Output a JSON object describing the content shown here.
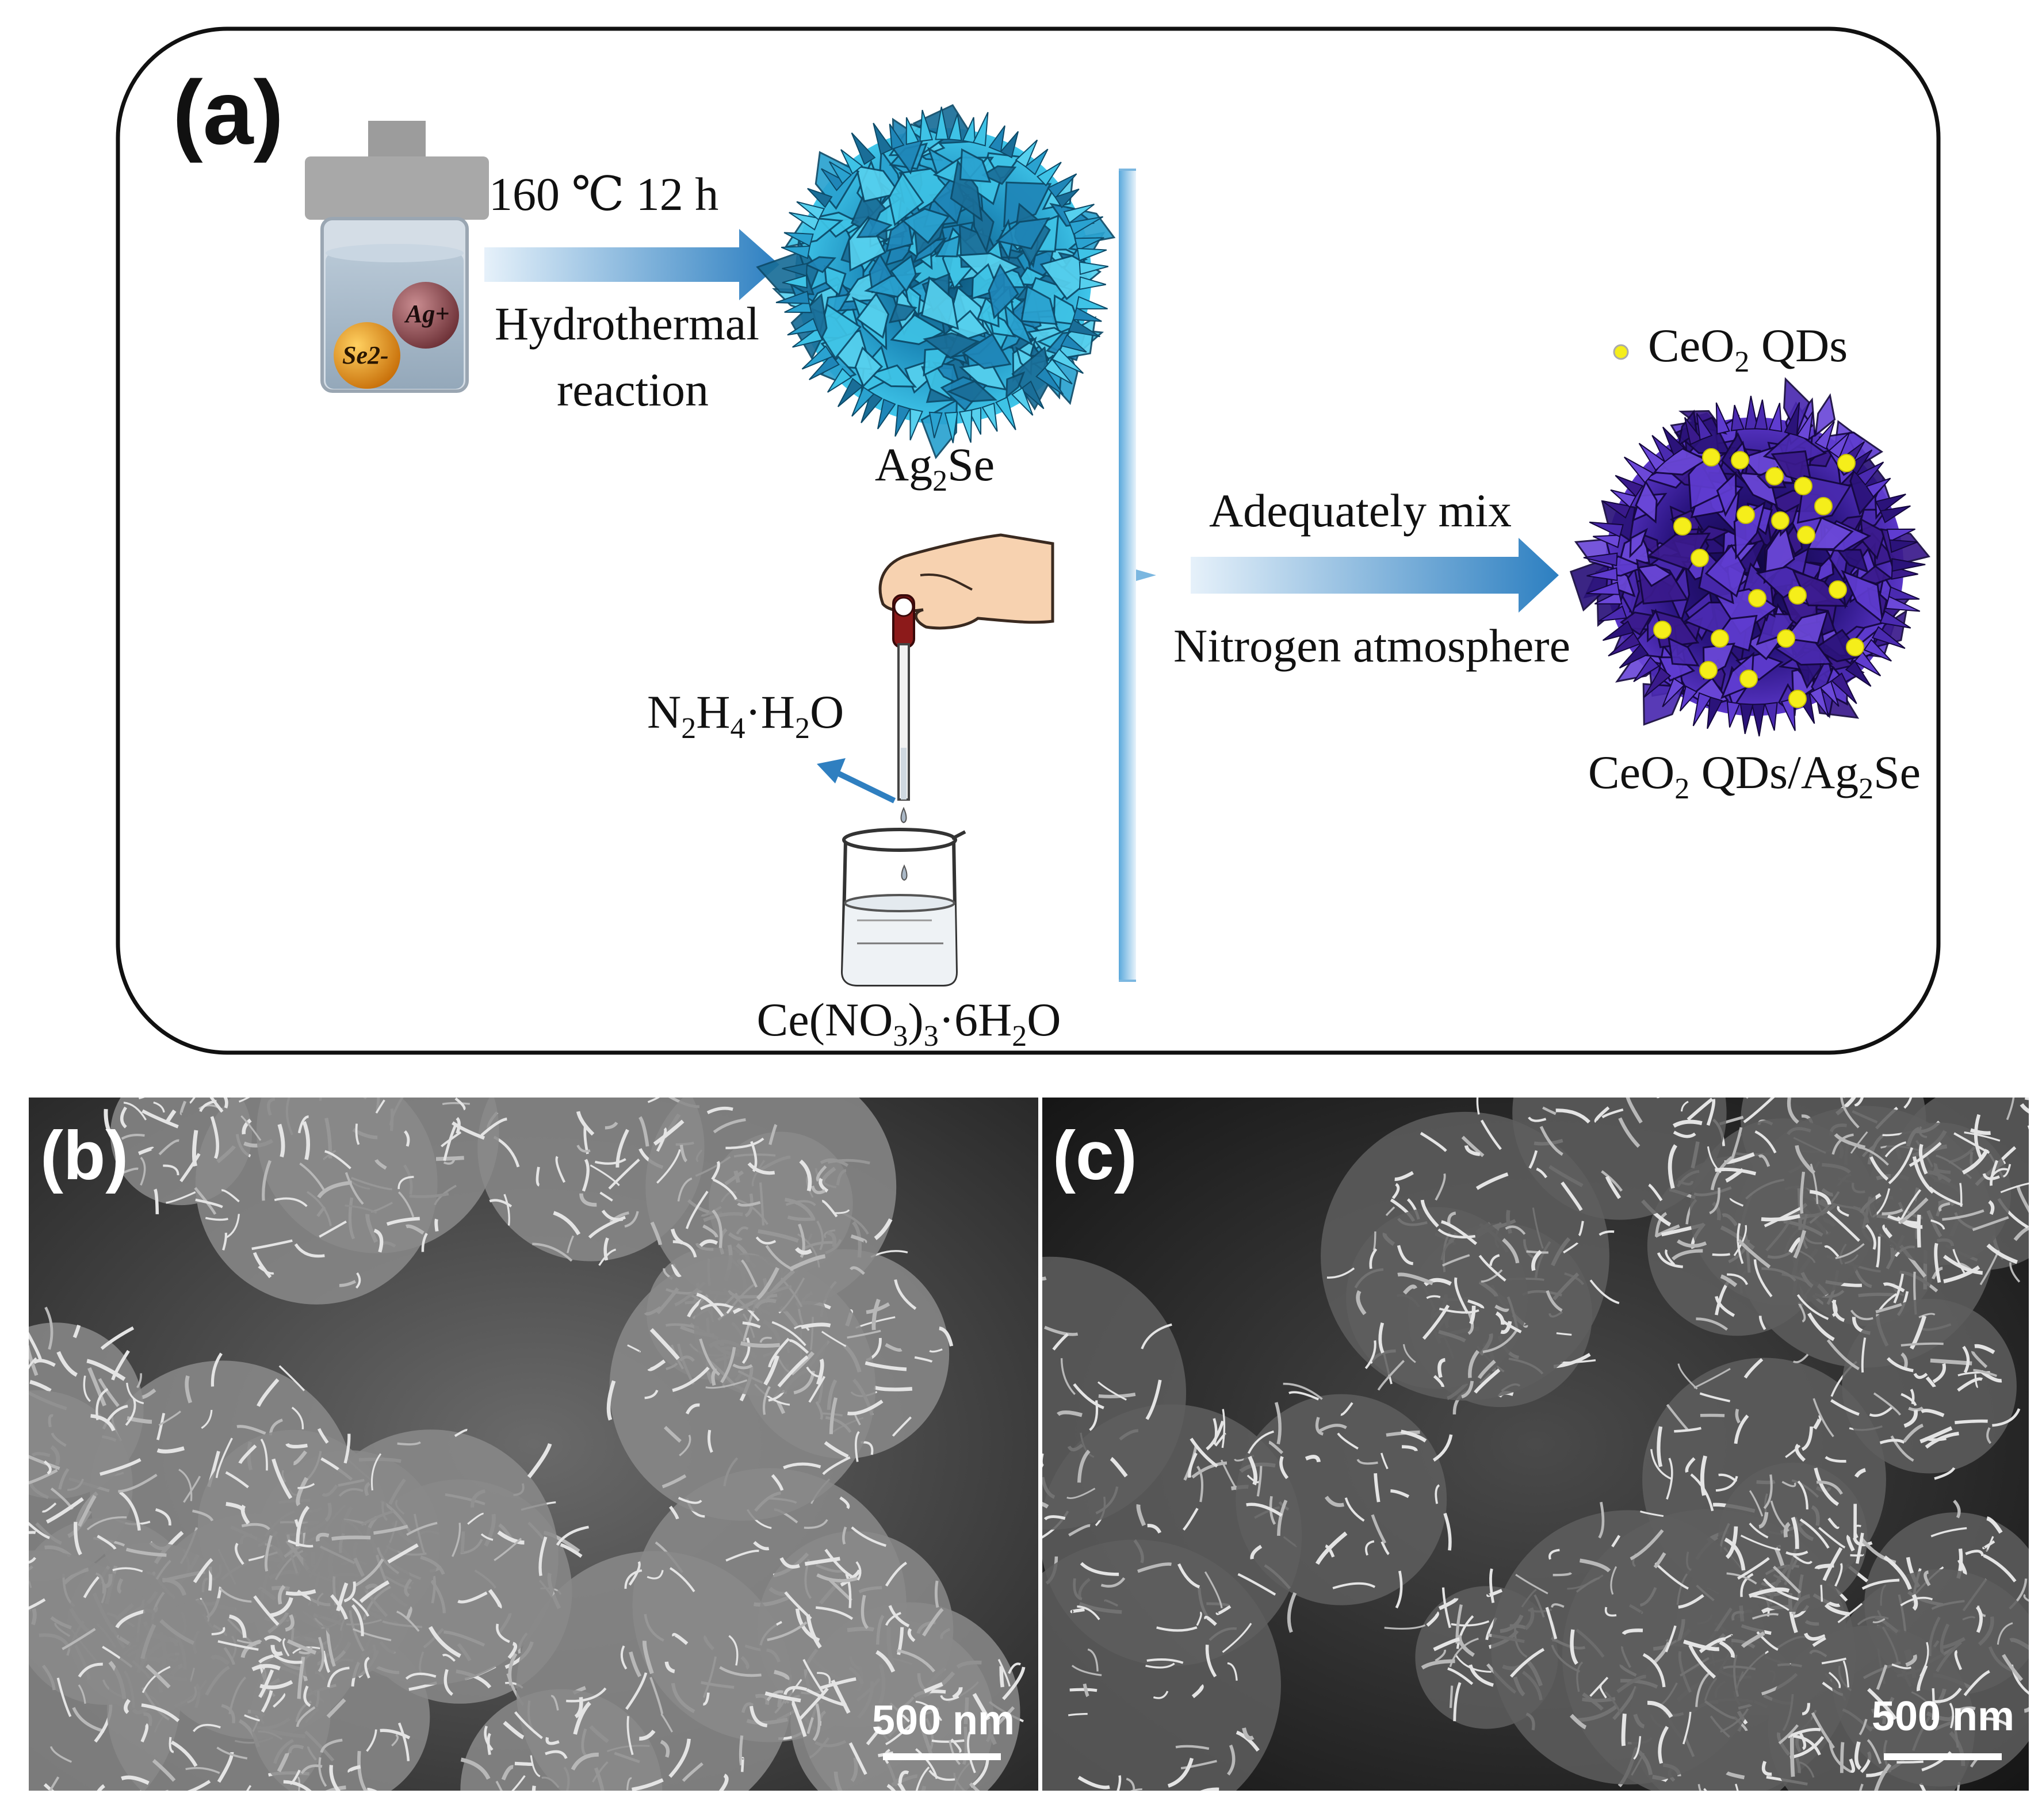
{
  "panel_a": {
    "label": "(a)",
    "step1_conditions": "160 ℃ 12 h",
    "step1_method_line1": "Hydrothermal",
    "step1_method_line2": "reaction",
    "ion_ag": "Ag+",
    "ion_se": "Se2-",
    "product1": {
      "base": "Ag",
      "sub": "2",
      "rest": "Se"
    },
    "reagent_dropper": {
      "parts": [
        [
          "N",
          ""
        ],
        [
          "2",
          "sub"
        ],
        [
          "H",
          ""
        ],
        [
          "4",
          "sub"
        ],
        [
          "·H",
          ""
        ],
        [
          "2",
          "sub"
        ],
        [
          "O",
          ""
        ]
      ]
    },
    "reagent_beaker": {
      "parts": [
        [
          "Ce(NO",
          ""
        ],
        [
          "3",
          "sub"
        ],
        [
          ")",
          ""
        ],
        [
          "3",
          "sub"
        ],
        [
          "·6H",
          ""
        ],
        [
          "2",
          "sub"
        ],
        [
          "O",
          ""
        ]
      ]
    },
    "step2_line1": "Adequately mix",
    "step2_line2": "Nitrogen atmosphere",
    "legend": {
      "parts": [
        [
          "CeO",
          ""
        ],
        [
          "2",
          "sub"
        ],
        [
          " QDs",
          ""
        ]
      ]
    },
    "product2": {
      "parts": [
        [
          "CeO",
          ""
        ],
        [
          "2",
          "sub"
        ],
        [
          " QDs/Ag",
          ""
        ],
        [
          "2",
          "sub"
        ],
        [
          "Se",
          ""
        ]
      ]
    }
  },
  "panel_b": {
    "label": "(b)",
    "scale_bar": "500 nm"
  },
  "panel_c": {
    "label": "(c)",
    "scale_bar": "500 nm"
  },
  "colors": {
    "arrow_blue": "#2f7fc0",
    "ag2se_cyan": "#35b4d8",
    "composite_purple": "#3a1a8c",
    "qd_yellow": "#f5ee1a",
    "ag_ion": "#8a4a50",
    "se_ion": "#e08a10",
    "autoclave_gray": "#a8a8a8"
  }
}
